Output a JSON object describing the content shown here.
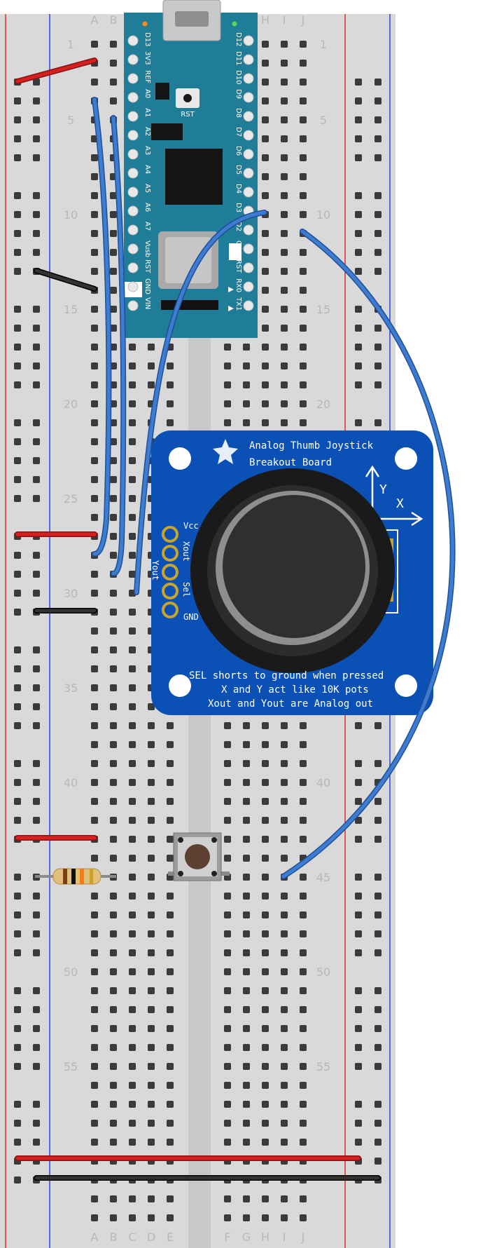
{
  "breadboard": {
    "column_letters": [
      "A",
      "B",
      "C",
      "D",
      "E",
      "F",
      "G",
      "H",
      "I",
      "J"
    ],
    "row_number_labels": [
      "1",
      "5",
      "10",
      "15",
      "20",
      "25",
      "30",
      "35",
      "40",
      "45",
      "50",
      "55"
    ]
  },
  "arduino_nano": {
    "left_pins": [
      "D13",
      "3V3",
      "REF",
      "A0",
      "A1",
      "A2",
      "A3",
      "A4",
      "A5",
      "A6",
      "A7",
      "Vusb",
      "RST",
      "GND",
      "VIN"
    ],
    "right_pins": [
      "D12",
      "D11",
      "D10",
      "D9",
      "D8",
      "D7",
      "D6",
      "D5",
      "D4",
      "D3",
      "D2",
      "GND",
      "RST",
      "RX0",
      "TX1"
    ],
    "reset_label": "RST"
  },
  "joystick_board": {
    "title_line1": "Analog Thumb Joystick",
    "title_line2": "Breakout Board",
    "pin_labels": [
      "Vcc",
      "Xout",
      "Yout",
      "Sel",
      "GND"
    ],
    "axis_y": "Y",
    "axis_x": "X",
    "note_line1": "SEL shorts to ground when pressed",
    "note_line2": "X and Y act like 10K pots",
    "note_line3": "Xout and Yout are Analog out"
  },
  "colors": {
    "board": "#d9d9d9",
    "rail_red": "#e0211c",
    "rail_blue": "#2139d6",
    "wire_blue": "#3d7cd1",
    "wire_red": "#c71f1f",
    "wire_black": "#222222",
    "nano_teal": "#1f7d98",
    "joystick_blue": "#0b50b5"
  }
}
